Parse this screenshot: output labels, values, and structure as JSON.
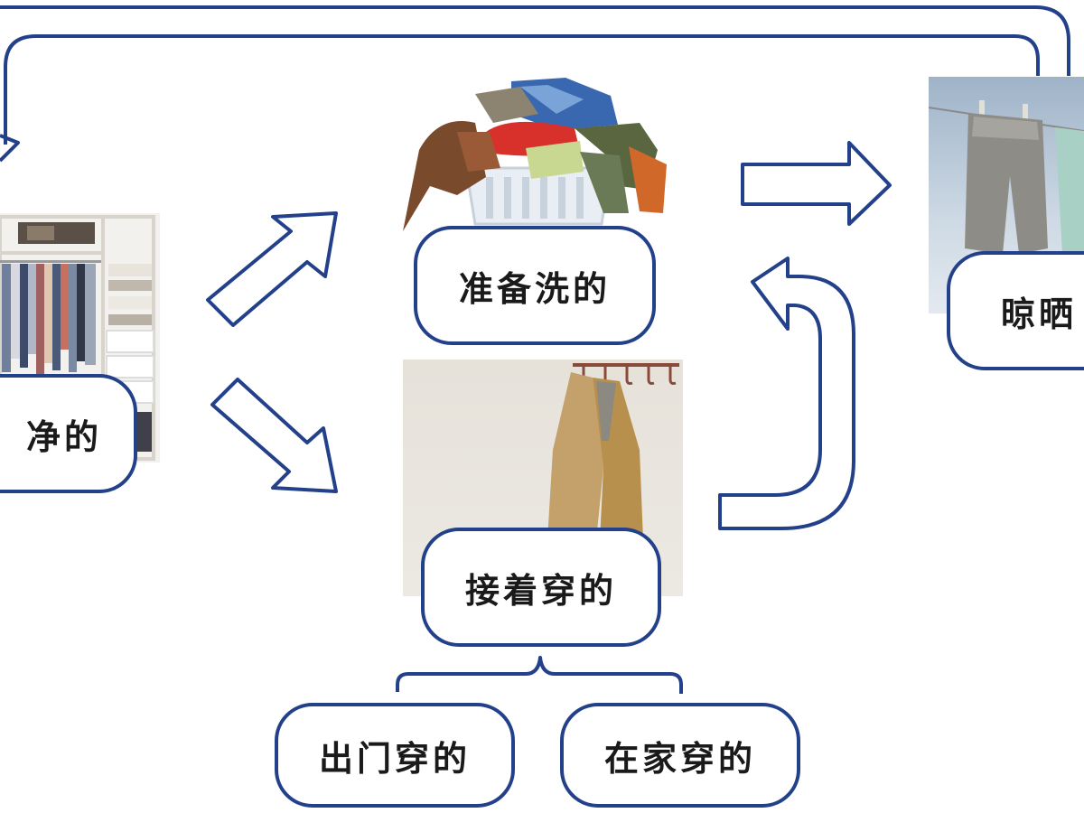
{
  "labels": {
    "clean": "净的",
    "to_wash": "准备洗的",
    "drying": "晾晒",
    "wear_again": "接着穿的",
    "go_out": "出门穿的",
    "at_home": "在家穿的"
  },
  "colors": {
    "stroke": "#23418a",
    "fill": "#ffffff",
    "text": "#1a1a1a"
  },
  "images": {
    "wardrobe": "wardrobe-photo",
    "laundry_basket": "laundry-basket-photo",
    "clothesline": "clothesline-photo",
    "coat_hook": "coat-hook-photo"
  }
}
